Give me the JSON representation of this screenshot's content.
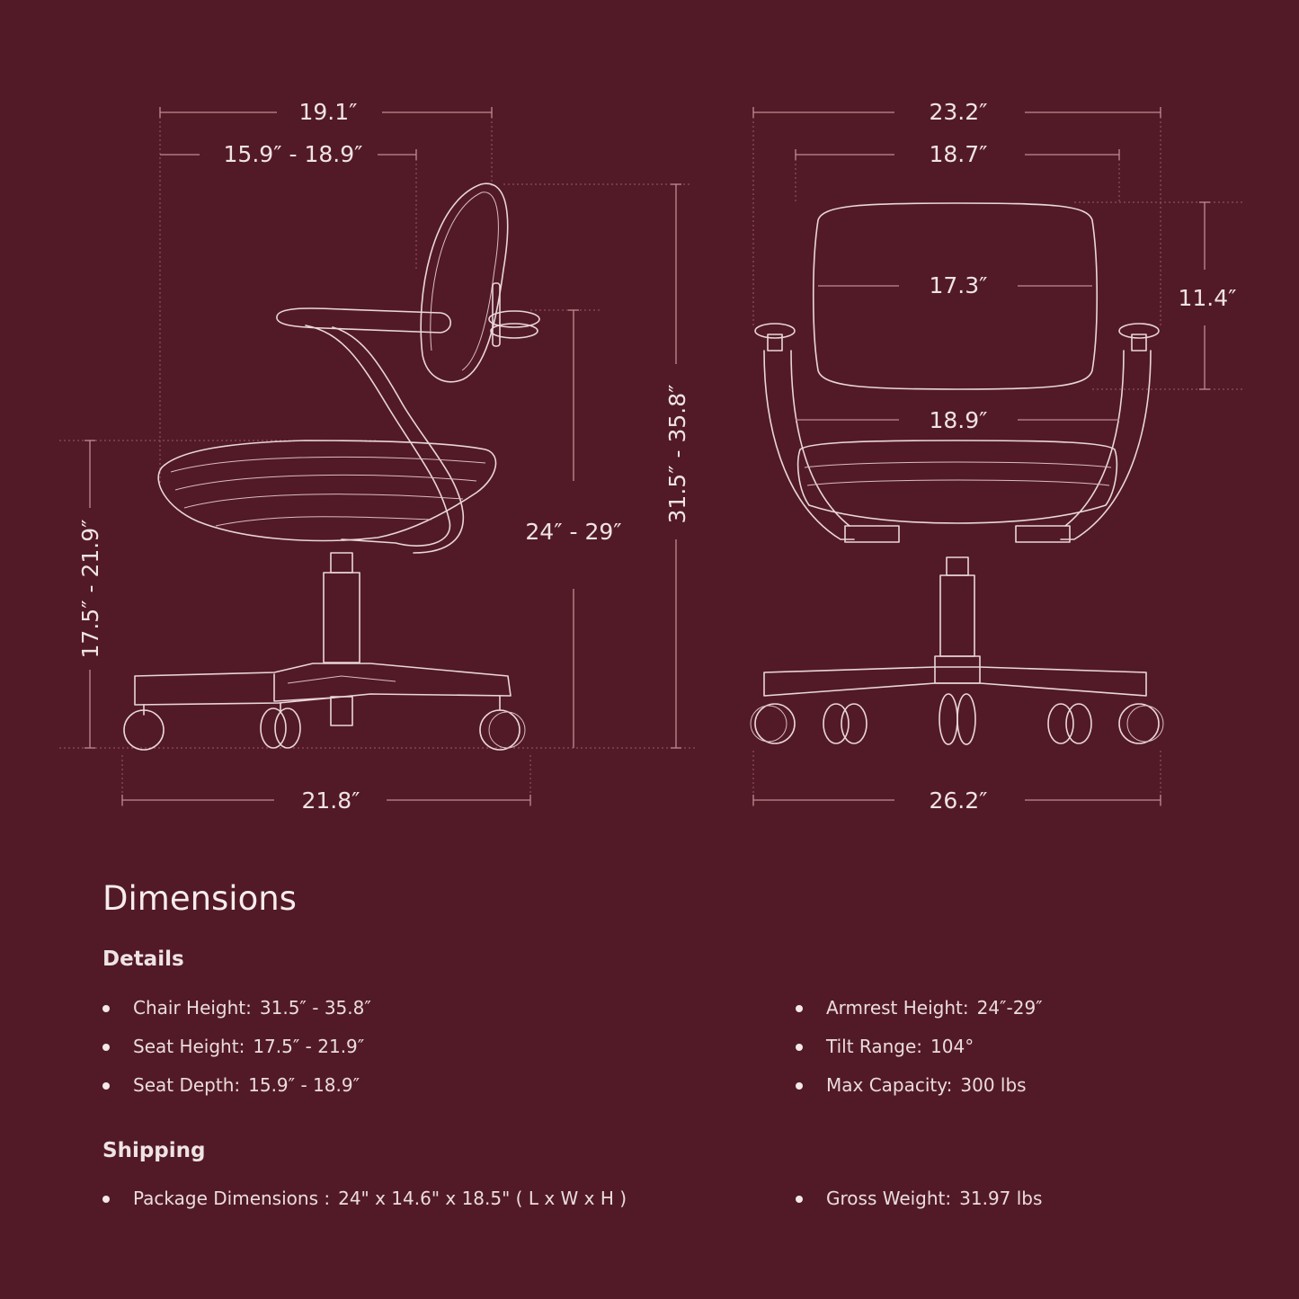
{
  "side_view": {
    "top_width": "19.1″",
    "seat_depth": "15.9″ - 18.9″",
    "seat_height": "17.5″ - 21.9″",
    "armrest_height": "24″ - 29″",
    "chair_height": "31.5″ - 35.8″",
    "base_width": "21.8″"
  },
  "front_view": {
    "top_width": "23.2″",
    "inner_width": "18.7″",
    "backrest_width": "17.3″",
    "backrest_height": "11.4″",
    "seat_width": "18.9″",
    "base_width": "26.2″"
  },
  "title": "Dimensions",
  "details": {
    "heading": "Details",
    "left": [
      {
        "label": "Chair Height:",
        "value": "31.5″ - 35.8″"
      },
      {
        "label": "Seat Height:",
        "value": "17.5″ - 21.9″"
      },
      {
        "label": "Seat Depth:",
        "value": "15.9″ - 18.9″"
      }
    ],
    "right": [
      {
        "label": "Armrest Height:",
        "value": "24″-29″"
      },
      {
        "label": "Tilt Range:",
        "value": "104°"
      },
      {
        "label": "Max Capacity:",
        "value": "300 lbs"
      }
    ]
  },
  "shipping": {
    "heading": "Shipping",
    "left": [
      {
        "label": "Package Dimensions :",
        "value": "24\" x 14.6\" x 18.5\" ( L x W x H )"
      }
    ],
    "right": [
      {
        "label": "Gross Weight:",
        "value": "31.97 lbs"
      }
    ]
  },
  "colors": {
    "background": "#521a26",
    "line": "#e9d6da",
    "text": "#efe3e5"
  }
}
